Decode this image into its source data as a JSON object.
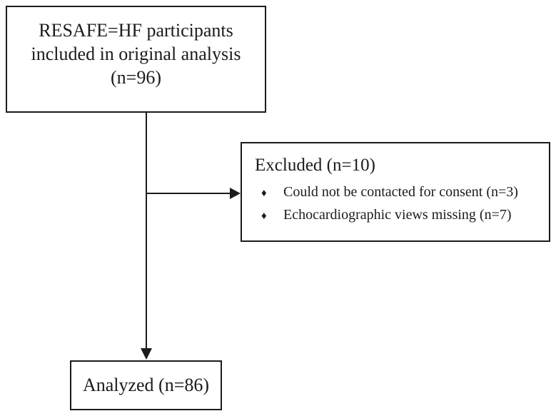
{
  "flowchart": {
    "participants_box": {
      "lines": {
        "0": "RESAFE=HF participants",
        "1": "included in original analysis",
        "2": "(n=96)"
      }
    },
    "excluded_box": {
      "heading": "Excluded (n=10)",
      "bullet_glyph": "♦",
      "items": {
        "0": "Could not be contacted for consent (n=3)",
        "1": "Echocardiographic views missing (n=7)"
      }
    },
    "analyzed_box": {
      "label": "Analyzed (n=86)"
    },
    "colors": {
      "line": "#1b1b1b",
      "text": "#1b1b1b",
      "background": "#ffffff"
    }
  }
}
